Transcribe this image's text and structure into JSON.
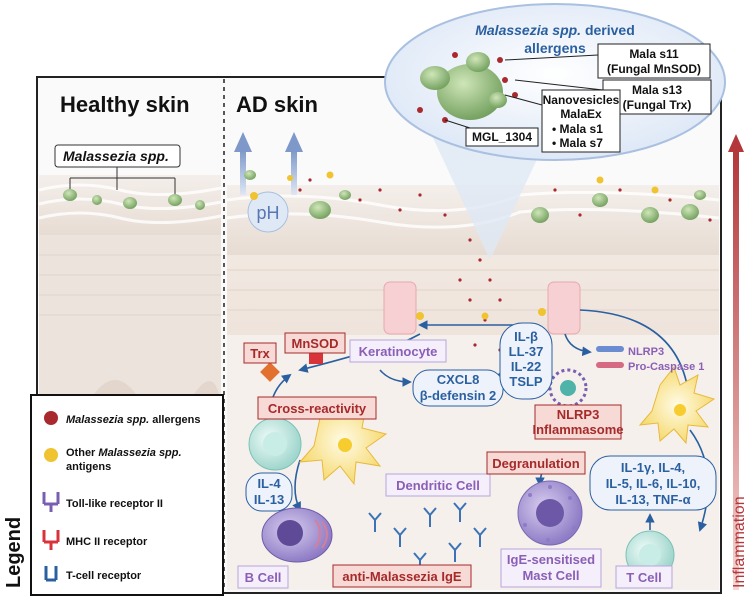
{
  "panels": {
    "healthy_title": "Healthy skin",
    "ad_title": "AD skin",
    "healthy_label": "Malassezia spp."
  },
  "ph_label": "pH",
  "callout": {
    "title_line1_italic": "Malassezia spp.",
    "title_line1_rest": " derived",
    "title_line2": "allergens",
    "box_mala_s11": [
      "Mala s11",
      "(Fungal MnSOD)"
    ],
    "box_mala_s13": [
      "Mala s13",
      "(Fungal Trx)"
    ],
    "box_nanovesicles": [
      "Nanovesicles",
      "MalaEx",
      "•  Mala s1",
      "•  Mala s7"
    ],
    "box_mgl": "MGL_1304"
  },
  "labels": {
    "trx": "Trx",
    "mnsod": "MnSOD",
    "keratinocyte": "Keratinocyte",
    "cross_reactivity": "Cross-reactivity",
    "cxcl8": [
      "CXCL8",
      "β-defensin 2"
    ],
    "cytokines_center": [
      "IL-β",
      "LL-37",
      "IL-22",
      "TSLP"
    ],
    "nlrp3_small": "NLRP3",
    "procaspase": "Pro-Caspase 1",
    "nlrp3_inflammasome": [
      "NLRP3",
      "Inflammasome"
    ],
    "il4_il13": [
      "IL-4",
      "IL-13"
    ],
    "dendritic_cell": "Dendritic Cell",
    "degranulation": "Degranulation",
    "cytokines_right": [
      "IL-1γ, IL-4,",
      "IL-5, IL-6, IL-10,",
      "IL-13, TNF-α"
    ],
    "b_cell": "B Cell",
    "anti_ige": "anti-Malassezia IgE",
    "mast_cell": [
      "IgE-sensitised",
      "Mast Cell"
    ],
    "t_cell": "T Cell",
    "inflammation": "Inflammation"
  },
  "legend": {
    "title": "Legend",
    "items": [
      {
        "italic": "Malassezia spp.",
        "rest": " allergens"
      },
      {
        "italic": "",
        "rest": "Other ",
        "italic2": "Malassezia spp.",
        "rest2": ""
      },
      {
        "italic": "",
        "rest": "antigens"
      },
      {
        "italic": "",
        "rest": "Toll-like receptor II"
      },
      {
        "italic": "",
        "rest": "MHC II receptor"
      },
      {
        "italic": "",
        "rest": "T-cell receptor"
      }
    ]
  },
  "colors": {
    "dark_red_text": "#a52a2a",
    "purple_text": "#8a5fb5",
    "blue_text": "#2a5fa0",
    "red_box_bg": "#f7d9d6",
    "blue_box_bg": "#eef3fb"
  }
}
